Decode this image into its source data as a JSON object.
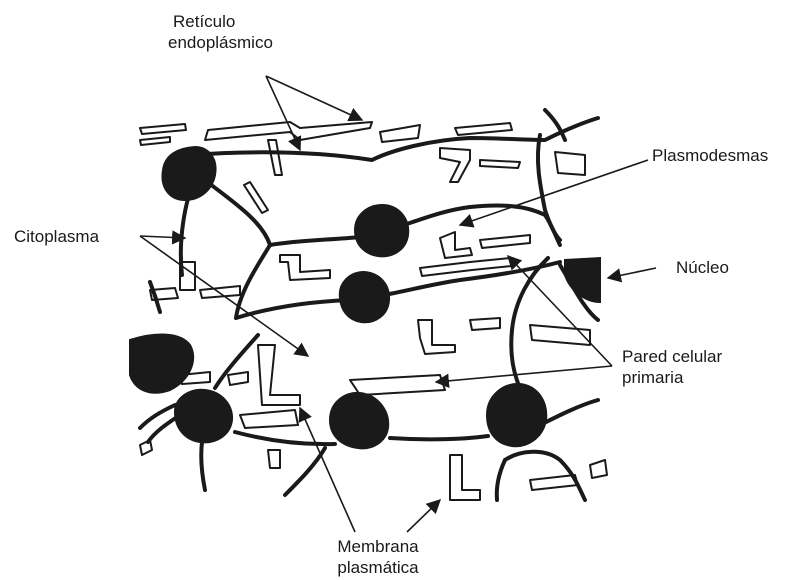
{
  "labels": {
    "reticulo": [
      "Retículo",
      "endoplásmico"
    ],
    "plasmodesmas": "Plasmodesmas",
    "citoplasma": "Citoplasma",
    "nucleo": "Núcleo",
    "pared": [
      "Pared celular",
      "primaria"
    ],
    "membrana": [
      "Membrana",
      "plasmática"
    ]
  },
  "colors": {
    "ink": "#1a1a1a",
    "background": "#ffffff"
  }
}
